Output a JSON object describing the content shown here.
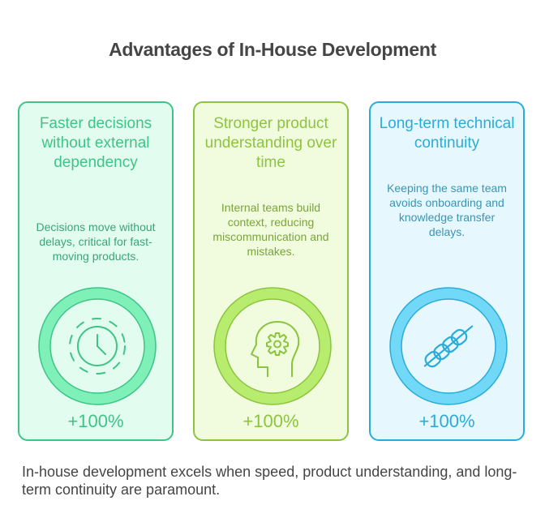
{
  "title": "Advantages of In-House Development",
  "cards": [
    {
      "heading": "Faster decisions without external dependency",
      "description": "Decisions move without delays, critical for fast-moving products.",
      "metric": "+100%",
      "icon": "clock-icon",
      "color": "#3ec486",
      "ring_color": "#7ff0b8"
    },
    {
      "heading": "Stronger product understanding over time",
      "description": "Internal teams build context, reducing miscommunication and mistakes.",
      "metric": "+100%",
      "icon": "head-gear-icon",
      "color": "#8cc43e",
      "ring_color": "#b8ec6e"
    },
    {
      "heading": "Long-term technical continuity",
      "description": "Keeping the same team avoids onboarding and knowledge transfer delays.",
      "metric": "+100%",
      "icon": "chain-icon",
      "color": "#2aacd9",
      "ring_color": "#72d8f8"
    }
  ],
  "footer": "In-house development excels when speed, product understanding, and long-term continuity are paramount."
}
